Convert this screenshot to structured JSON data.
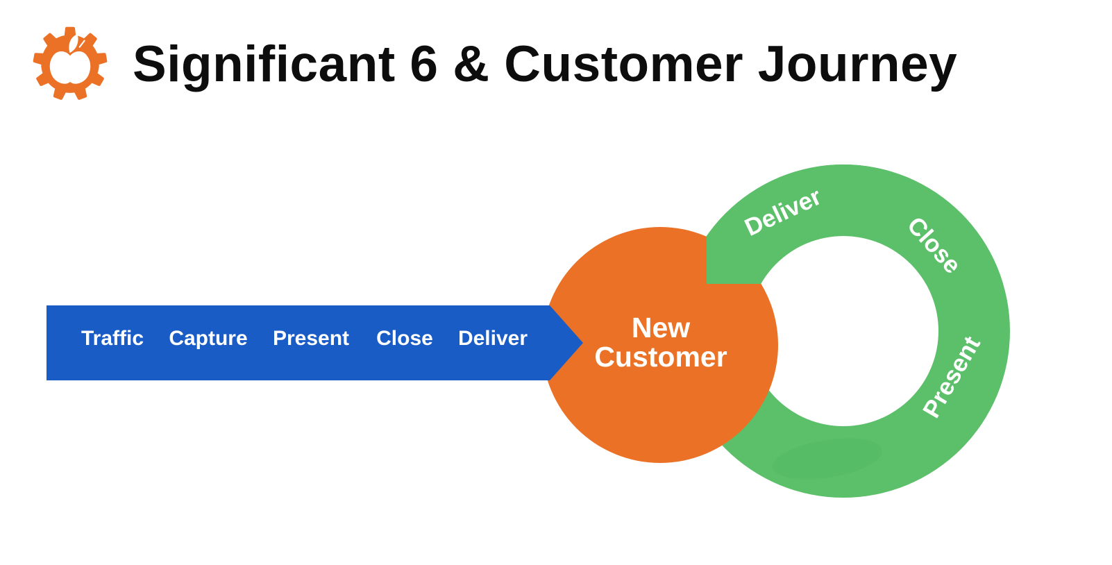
{
  "title": "Significant 6 & Customer Journey",
  "logo": {
    "icon": "gear-apple-logo",
    "color": "#ea7125"
  },
  "funnel_bar": {
    "color": "#1a5cc6",
    "labels": [
      "Traffic",
      "Capture",
      "Present",
      "Close",
      "Deliver"
    ]
  },
  "customer_circle": {
    "color": "#ea7125",
    "label_line1": "New",
    "label_line2": "Customer"
  },
  "journey_ring": {
    "color": "#5cbf6a",
    "labels": [
      "Deliver",
      "Close",
      "Present"
    ]
  },
  "colors": {
    "blue": "#1a5cc6",
    "orange": "#ea7125",
    "green": "#5cbf6a",
    "smudge_green": "#4cb55c",
    "text_on_color": "#ffffff",
    "title_text": "#0d0d0d",
    "background": "#ffffff"
  }
}
